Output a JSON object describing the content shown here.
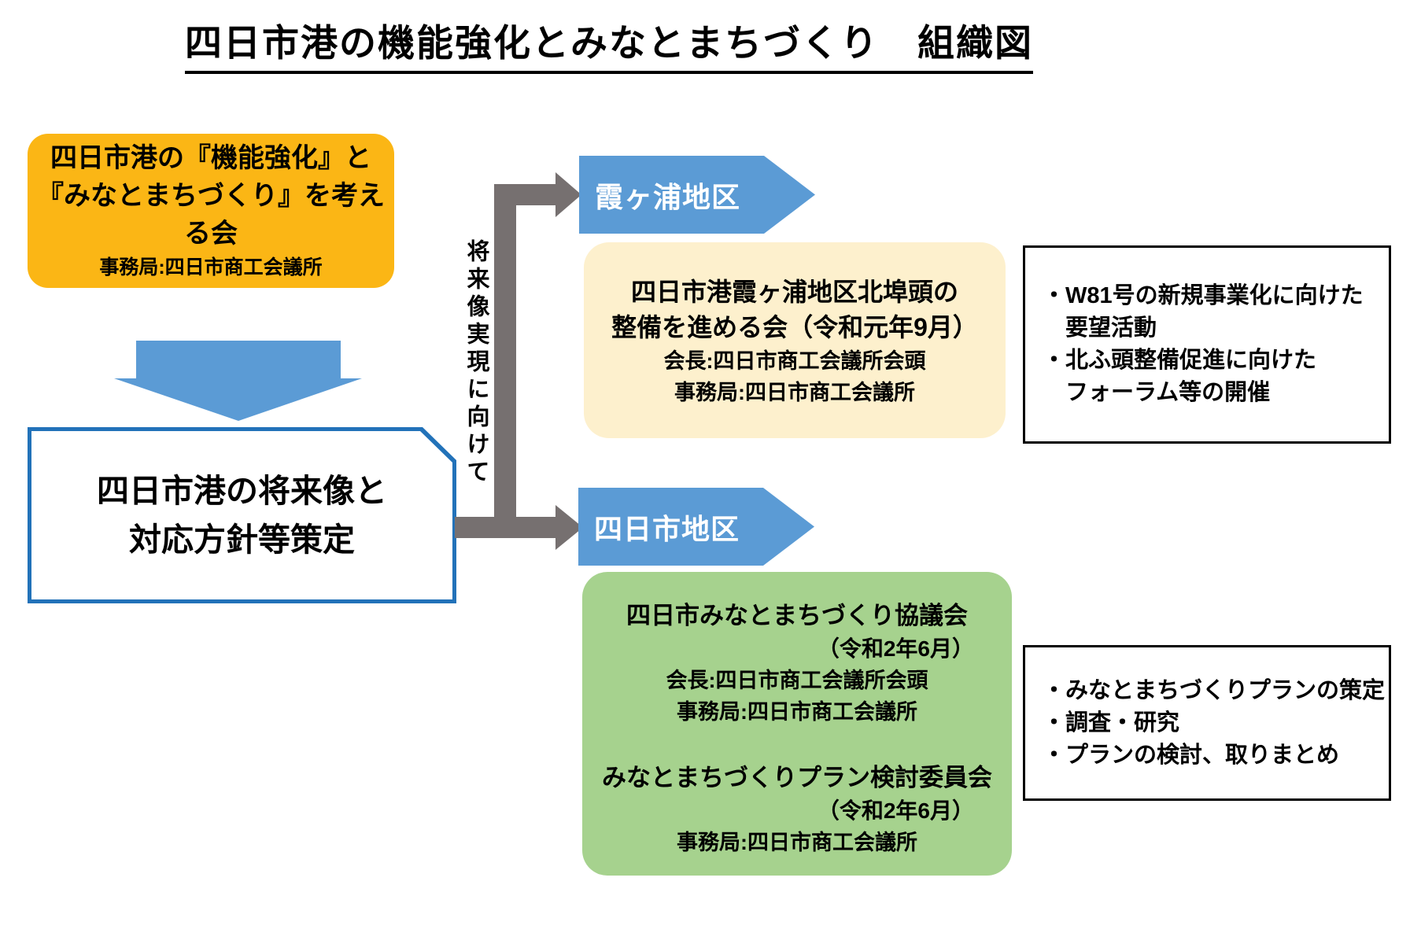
{
  "title": "四日市港の機能強化とみなとまちづくり　組織図",
  "colors": {
    "orange": "#fbb615",
    "blue": "#5b9bd5",
    "border-blue": "#2272b9",
    "cream": "#fdf0cd",
    "green": "#a6d28e",
    "gray": "#767070"
  },
  "root_org": {
    "line1": "四日市港の『機能強化』と",
    "line2": "『みなとまちづくり』を考える会",
    "secretariat": "事務局:四日市商工会議所"
  },
  "policy_box": {
    "line1": "四日市港の将来像と",
    "line2": "対応方針等策定"
  },
  "vertical_label": "将来像実現に向けて",
  "kasumigaura": {
    "district_label": "霞ヶ浦地区",
    "org_box": {
      "line1": "四日市港霞ヶ浦地区北埠頭の",
      "line2": "整備を進める会（令和元年9月）",
      "chair": "会長:四日市商工会議所会頭",
      "secretariat": "事務局:四日市商工会議所"
    },
    "activities": [
      "・W81号の新規事業化に向けた",
      "　要望活動",
      "・北ふ頭整備促進に向けた",
      "　フォーラム等の開催"
    ]
  },
  "yokkaichi": {
    "district_label": "四日市地区",
    "council": {
      "name": "四日市みなとまちづくり協議会",
      "date": "（令和2年6月）",
      "chair": "会長:四日市商工会議所会頭",
      "secretariat": "事務局:四日市商工会議所"
    },
    "committee": {
      "name": "みなとまちづくりプラン検討委員会",
      "date": "（令和2年6月）",
      "secretariat": "事務局:四日市商工会議所"
    },
    "activities": [
      "・みなとまちづくりプランの策定",
      "・調査・研究",
      "・プランの検討、取りまとめ"
    ]
  }
}
